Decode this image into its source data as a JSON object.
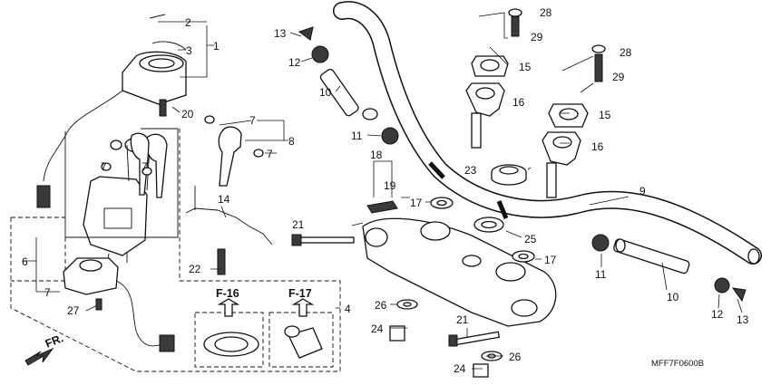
{
  "diagram": {
    "code": "MFF7F0600B",
    "front_label": "FR.",
    "callouts": [
      "1",
      "2",
      "3",
      "4",
      "5",
      "6",
      "7",
      "7",
      "7",
      "7",
      "8",
      "9",
      "10",
      "10",
      "11",
      "11",
      "12",
      "12",
      "13",
      "13",
      "14",
      "15",
      "15",
      "16",
      "16",
      "17",
      "17",
      "18",
      "19",
      "20",
      "21",
      "21",
      "22",
      "23",
      "24",
      "24",
      "25",
      "26",
      "26",
      "27",
      "28",
      "28",
      "29",
      "29"
    ],
    "references": [
      "F-16",
      "F-17"
    ]
  }
}
